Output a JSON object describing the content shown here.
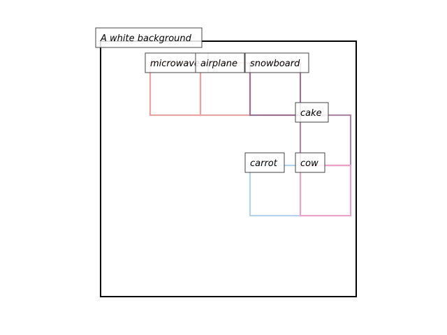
{
  "scene": {
    "caption": "A white background",
    "objects": [
      {
        "label": "microwave",
        "color": "#e8a3a3"
      },
      {
        "label": "airplane",
        "color": "#e8a3a3"
      },
      {
        "label": "snowboard",
        "color": "#9b7390"
      },
      {
        "label": "cake",
        "color": "#aa88a4"
      },
      {
        "label": "carrot",
        "color": "#b5d3ea"
      },
      {
        "label": "cow",
        "color": "#eca2c8"
      }
    ],
    "frame_color": "#000000",
    "label_border_color": "#444444"
  }
}
